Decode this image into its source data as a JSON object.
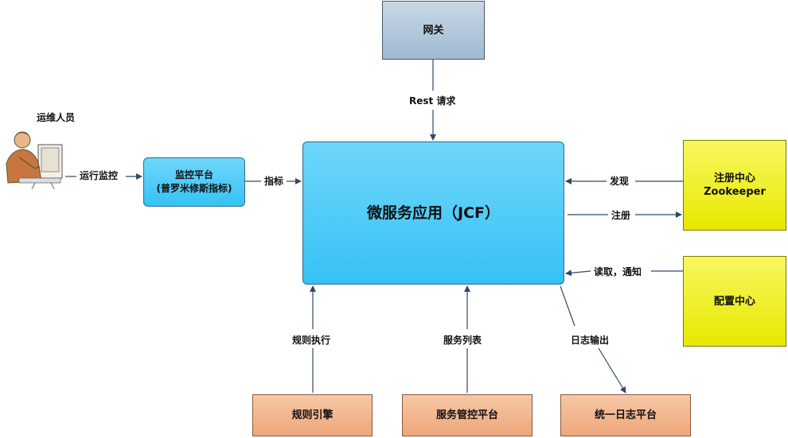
{
  "nodes": {
    "gateway": "网关",
    "app": "微服务应用（JCF）",
    "monitor_line1": "监控平台",
    "monitor_line2": "(普罗米修斯指标)",
    "registry_line1": "注册中心",
    "registry_line2": "Zookeeper",
    "config": "配置中心",
    "rule_engine": "规则引擎",
    "service_mgmt": "服务管控平台",
    "log_platform": "统一日志平台",
    "ops_person": "运维人员"
  },
  "edges": {
    "rest_request": "Rest 请求",
    "run_monitor": "运行监控",
    "metrics": "指标",
    "discover": "发现",
    "register": "注册",
    "read_notify": "读取，通知",
    "rule_exec": "规则执行",
    "service_list": "服务列表",
    "log_output": "日志输出"
  },
  "colors": {
    "blue_box": "#36c2f4",
    "gateway_box": "#9fbad2",
    "yellow_box": "#e8e800",
    "orange_box": "#eea67b",
    "arrow": "#2e4a66"
  }
}
